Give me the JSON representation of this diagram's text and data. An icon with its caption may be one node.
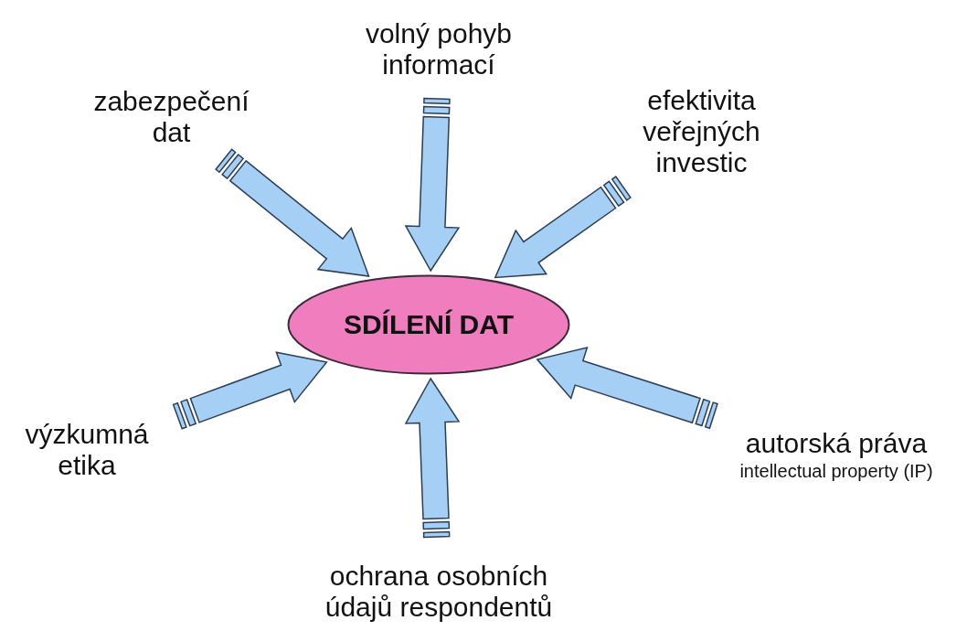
{
  "diagram": {
    "nodes": [
      {
        "text": [
          "SDÍLENÍ DAT"
        ]
      },
      {
        "text": [
          "zabezpečení dat"
        ]
      },
      {
        "text": [
          "volný pohyb informací"
        ]
      },
      {
        "text": [
          "efektivita veřejných investic"
        ]
      },
      {
        "text": [
          "výzkumná etika"
        ]
      },
      {
        "text": [
          "ochrana osobních údajů respondentů"
        ]
      },
      {
        "text": [
          "autorská práva",
          "intellectual property (IP)"
        ]
      }
    ],
    "edges": [
      {
        "from": 1,
        "to": 0,
        "arrow": "to"
      },
      {
        "from": 2,
        "to": 0,
        "arrow": "to"
      },
      {
        "from": 3,
        "to": 0,
        "arrow": "to"
      },
      {
        "from": 4,
        "to": 0,
        "arrow": "to"
      },
      {
        "from": 5,
        "to": 0,
        "arrow": "to"
      },
      {
        "from": 6,
        "to": 0,
        "arrow": "to"
      }
    ]
  }
}
